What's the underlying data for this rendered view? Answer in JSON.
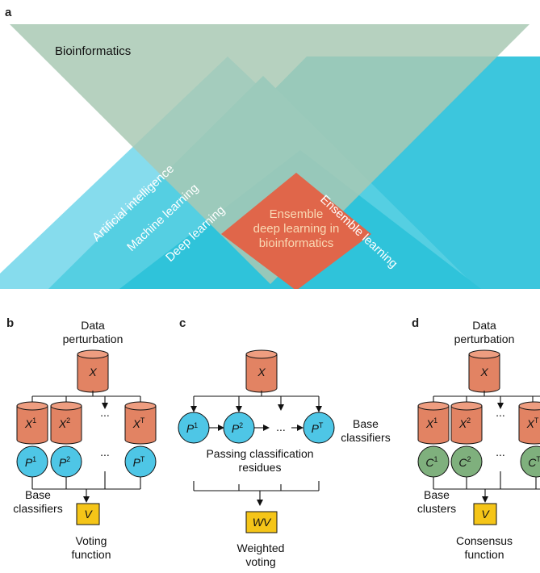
{
  "panel_a": {
    "label": "a",
    "bioinformatics": "Bioinformatics",
    "artificial_intelligence": "Artificial intelligence",
    "machine_learning": "Machine learning",
    "deep_learning": "Deep learning",
    "ensemble_learning": "Ensemble learning",
    "center_line1": "Ensemble",
    "center_line2": "deep learning in",
    "center_line3": "bioinformatics",
    "colors": {
      "bioinformatics": "#a9c9b4",
      "ai": "#86dced",
      "ml": "#55cfe2",
      "dl": "#2fc3da",
      "ensemble_learning": "#3cc6dd",
      "center": "#e0664a",
      "center_text": "#f9d9b4"
    }
  },
  "panel_b": {
    "label": "b",
    "title_line1": "Data",
    "title_line2": "perturbation",
    "data_symbol": "X",
    "dataset_symbol": "X",
    "dataset_sups": [
      "1",
      "2",
      "T"
    ],
    "model_symbol": "P",
    "model_sups": [
      "1",
      "2",
      "T"
    ],
    "ellipsis": "...",
    "side_line1": "Base",
    "side_line2": "classifiers",
    "box_symbol": "V",
    "bottom_line1": "Voting",
    "bottom_line2": "function"
  },
  "panel_c": {
    "label": "c",
    "data_symbol": "X",
    "model_symbol": "P",
    "model_sups": [
      "1",
      "2",
      "T"
    ],
    "ellipsis": "...",
    "side_line1": "Base",
    "side_line2": "classifiers",
    "mid_line1": "Passing classification",
    "mid_line2": "residues",
    "box_symbol": "WV",
    "bottom_line1": "Weighted",
    "bottom_line2": "voting"
  },
  "panel_d": {
    "label": "d",
    "title_line1": "Data",
    "title_line2": "perturbation",
    "data_symbol": "X",
    "dataset_symbol": "X",
    "dataset_sups": [
      "1",
      "2",
      "T"
    ],
    "model_symbol": "C",
    "model_sups": [
      "1",
      "2",
      "T"
    ],
    "ellipsis": "...",
    "side_line1": "Base",
    "side_line2": "clusters",
    "box_symbol": "V",
    "bottom_line1": "Consensus",
    "bottom_line2": "function"
  },
  "colors": {
    "cylinder": "#e28363",
    "cylinder_top": "#ee9d80",
    "classifier": "#4ec6e6",
    "cluster": "#7fb07d",
    "box": "#f5c518"
  }
}
